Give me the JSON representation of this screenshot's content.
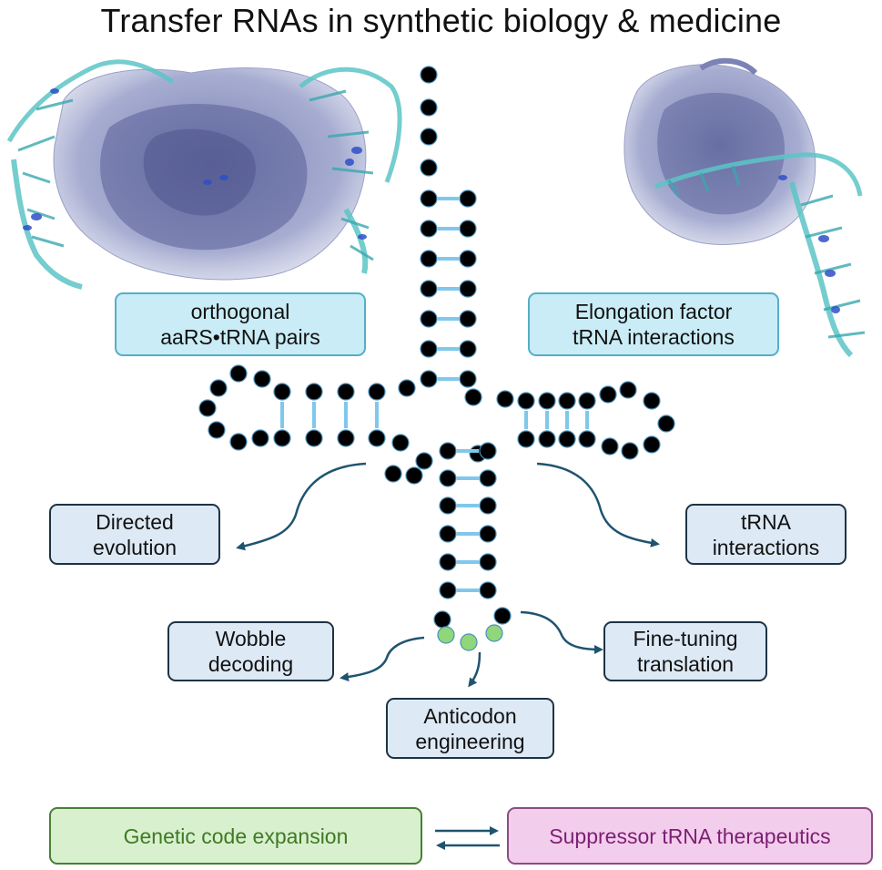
{
  "title": "Transfer RNAs in synthetic biology & medicine",
  "boxes": {
    "orthogonal": {
      "line1": "orthogonal",
      "line2": "aaRS•tRNA pairs"
    },
    "elongation": {
      "line1": "Elongation factor",
      "line2": "tRNA interactions"
    },
    "directed": {
      "line1": "Directed",
      "line2": "evolution"
    },
    "trna_interactions": {
      "line1": "tRNA",
      "line2": "interactions"
    },
    "wobble": {
      "line1": "Wobble",
      "line2": "decoding"
    },
    "finetuning": {
      "line1": "Fine-tuning",
      "line2": "translation"
    },
    "anticodon": {
      "line1": "Anticodon",
      "line2": "engineering"
    },
    "gce": {
      "label": "Genetic code expansion"
    },
    "suppressor": {
      "label": "Suppressor tRNA therapeutics"
    }
  },
  "colors": {
    "nucleotide": "#7fc8ec",
    "nucleotide_outline": "#4a90bb",
    "anticodon_nucleotide": "#8fd77a",
    "arrow": "#1f5470",
    "protein": "#8890bd",
    "trna_model": "#5cc4c6"
  },
  "icons": [
    "protein-structure-left",
    "protein-structure-right",
    "trna-cloverleaf",
    "equilibrium-arrows"
  ]
}
